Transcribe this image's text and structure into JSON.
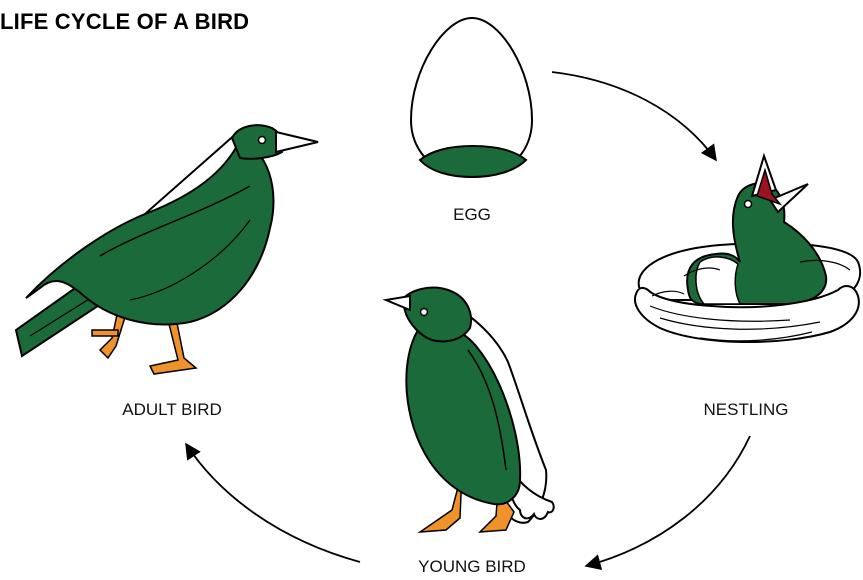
{
  "title": "LIFE CYCLE OF A BIRD",
  "stages": {
    "egg": "EGG",
    "nestling": "NESTLING",
    "young_bird": "YOUNG BIRD",
    "adult_bird": "ADULT BIRD"
  },
  "colors": {
    "body": "#1b6b3a",
    "outline": "#000000",
    "legs": "#f0922b",
    "mouth": "#9b1220",
    "nest": "#ffffff"
  }
}
